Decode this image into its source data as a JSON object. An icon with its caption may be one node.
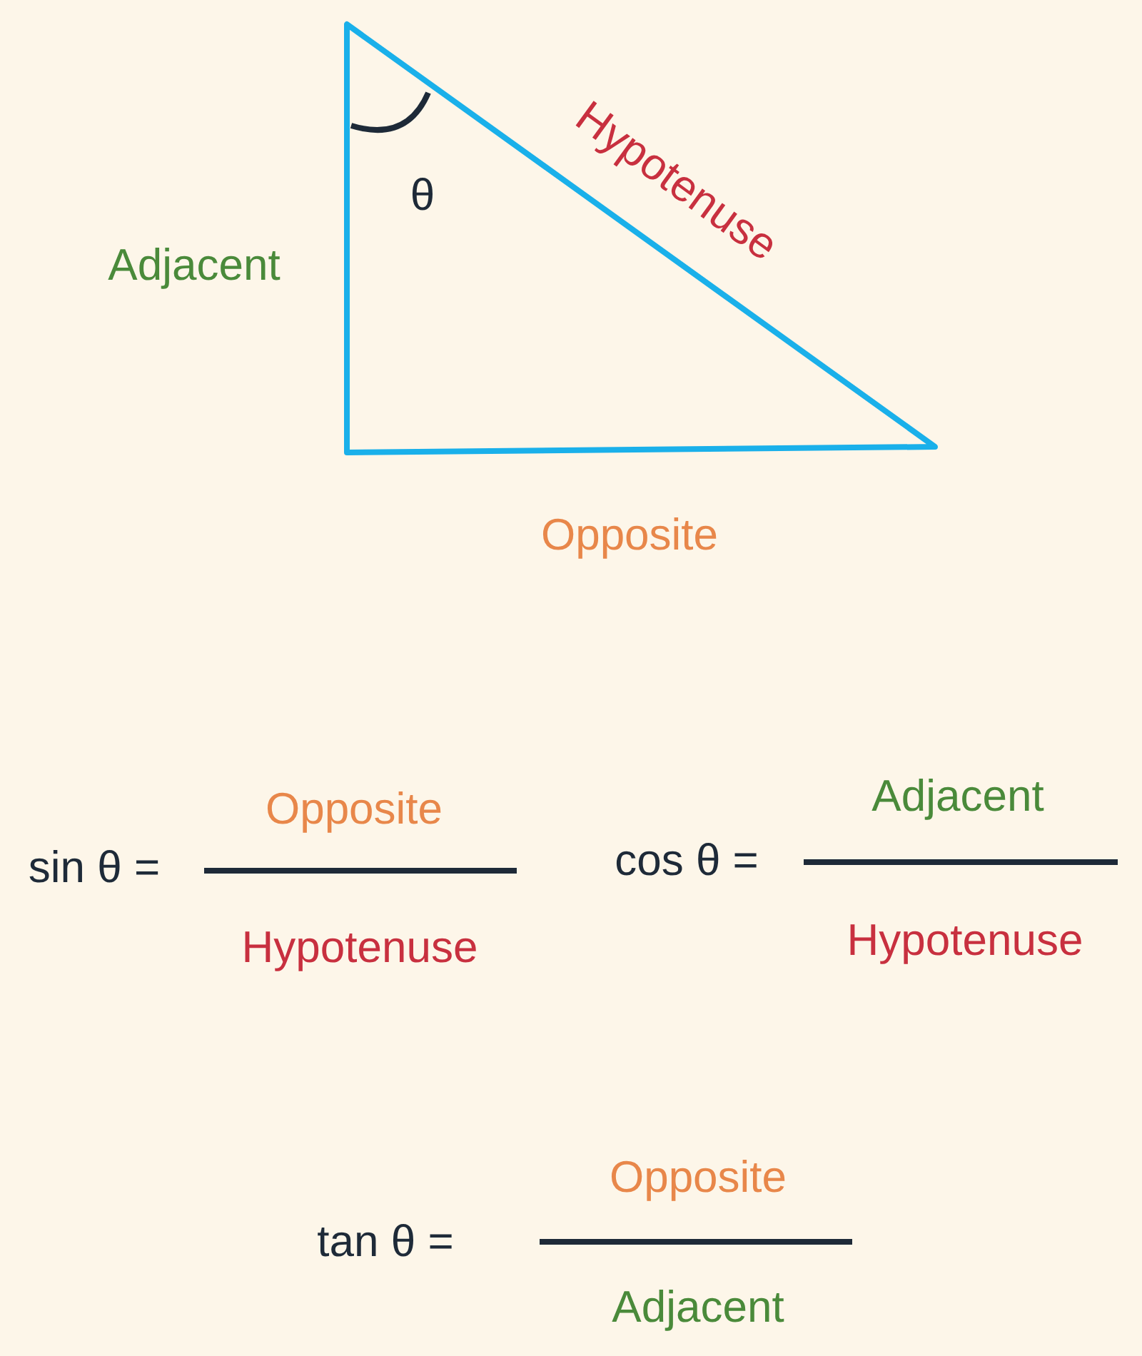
{
  "diagram": {
    "labels": [
      "Hypotenuse",
      "θ",
      "Adjacent",
      "Opposite",
      "sin θ =",
      "Opposite",
      "Hypotenuse",
      "cos θ =",
      "Adjacent",
      "Hypotenuse",
      "tan θ =",
      "Opposite",
      "Adjacent"
    ]
  }
}
